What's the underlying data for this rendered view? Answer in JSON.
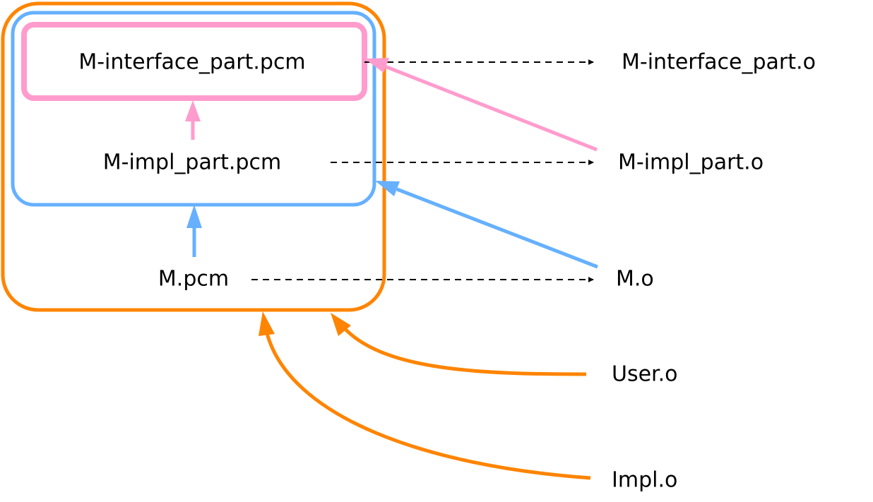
{
  "colors": {
    "orange": "#ff8400",
    "blue": "#66b0ff",
    "pink": "#ff9ccd",
    "black": "#000000"
  },
  "left_nodes": {
    "interface_pcm": "M-interface_part.pcm",
    "impl_pcm": "M-impl_part.pcm",
    "m_pcm": "M.pcm"
  },
  "right_nodes": {
    "interface_o": "M-interface_part.o",
    "impl_o": "M-impl_part.o",
    "m_o": "M.o",
    "user_o": "User.o",
    "impl_file_o": "Impl.o"
  }
}
